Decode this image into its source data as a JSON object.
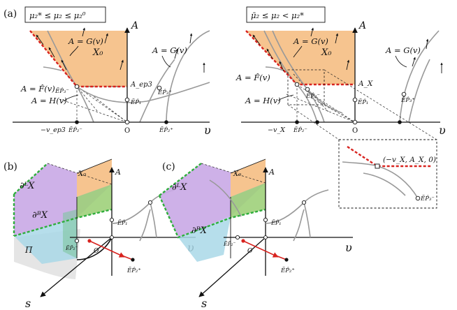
{
  "panel_a": {
    "tag": "(a)",
    "left": {
      "condition": "μ₂* ≤ μ₂ ≤ μ₂⁰",
      "axis_A": "A",
      "axis_v": "υ",
      "region": "X₀",
      "G_upper": "A = G(v)",
      "G_right": "A = G(v)",
      "F_hat": "A = F̂(v)",
      "H": "A = H(v)",
      "P3_left": "ẼP̂₃⁻",
      "P3_right": "ẼP̂₃⁺",
      "P1": "ẼP̂₁",
      "A_ep3": "A_ep3",
      "minus_v_ep3": "−v_ep3",
      "P2_minus": "ẼP̂₂⁻",
      "O": "O",
      "P2_plus": "ẼP̂₂⁺"
    },
    "right": {
      "condition": "μ̄₂ ≤ μ₂ < μ₂*",
      "axis_A": "A",
      "axis_v": "υ",
      "region": "X₀",
      "G_upper": "A = G(v)",
      "G_right": "A = G(v)",
      "F_hat": "A = F̂(v)",
      "H": "A = H(v)",
      "A_X": "A_X",
      "P3_left": "ẼP̂₃⁻",
      "P3_right": "ẼP̂₃⁺",
      "P1": "ẼP̂₁",
      "minus_v_X": "−v_X",
      "P2_minus": "ẼP̂₂⁻",
      "O": "O",
      "inset_point": "(−v_X, A_X, 0)",
      "inset_P3": "ẼP̂₃⁻"
    }
  },
  "panel_b": {
    "tag": "(b)",
    "axis_A": "A",
    "axis_v": "υ",
    "axis_s": "s",
    "dL": "∂ᴸX",
    "dB": "∂ᴮX",
    "region": "X₀",
    "Pi": "Π",
    "P1": "ẼP̂₁",
    "P2_minus": "ẼP̂₂⁻",
    "O": "O",
    "P2_plus": "ẼP̂₂⁺"
  },
  "panel_c": {
    "tag": "(c)",
    "axis_A": "A",
    "axis_v": "υ",
    "axis_s": "s",
    "dL": "∂ᴸX",
    "dB": "∂ᴮX",
    "region": "X₀",
    "P1": "ẼP̂₁",
    "P2_minus": "ẼP̂₂⁻",
    "O": "O",
    "P2_plus": "ẼP̂₂⁺"
  },
  "colors": {
    "orange_region": "#f6c48f",
    "red_boundary": "#d8231f",
    "green_boundary": "#2fae3c",
    "purple_face": "#c9a8e6",
    "blue_face": "#a9d8e8",
    "green_face": "#9fd07a",
    "gray_curve": "#999999"
  }
}
